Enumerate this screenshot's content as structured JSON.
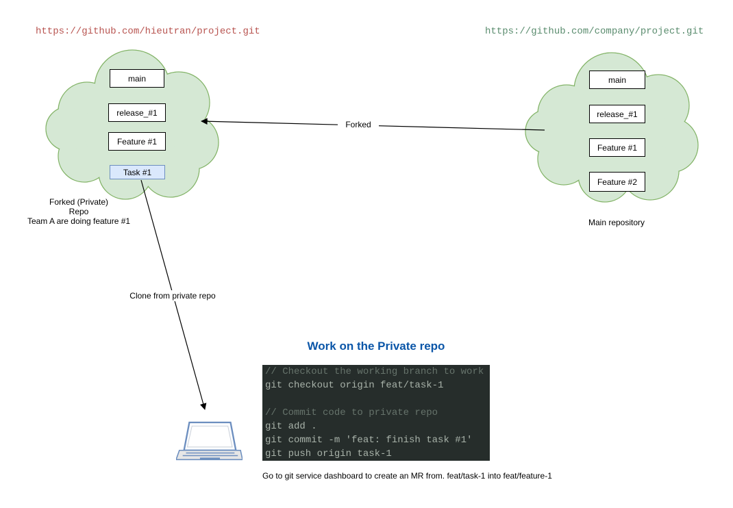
{
  "repos": {
    "left": {
      "url": "https://github.com/hieutran/project.git",
      "branches": [
        "main",
        "release_#1",
        "Feature #1",
        "Task #1"
      ],
      "caption_line1": "Forked (Private)",
      "caption_line2": "Repo",
      "caption_line3": "Team A are doing feature #1"
    },
    "right": {
      "url": "https://github.com/company/project.git",
      "branches": [
        "main",
        "release_#1",
        "Feature #1",
        "Feature #2"
      ],
      "caption": "Main repository"
    }
  },
  "edge_labels": {
    "forked": "Forked",
    "clone": "Clone from private repo"
  },
  "work": {
    "title": "Work on the Private repo",
    "lines": [
      {
        "text": "// Checkout the working branch to work",
        "cls": "code-line comment"
      },
      {
        "text": "git checkout origin feat/task-1",
        "cls": "code-line code"
      },
      {
        "text": "",
        "cls": "code-line"
      },
      {
        "text": "// Commit code to private repo",
        "cls": "code-line comment"
      },
      {
        "text": "git add .",
        "cls": "code-line code"
      },
      {
        "text": "git commit -m 'feat: finish task #1'",
        "cls": "code-line code"
      },
      {
        "text": "git push origin task-1",
        "cls": "code-line code"
      }
    ],
    "footer": "Go to git service dashboard to create an MR from. feat/task-1 into feat/feature-1"
  },
  "colors": {
    "left_url": "#b85450",
    "right_url": "#5a8c6e",
    "cloud_fill": "#d5e8d4",
    "cloud_stroke": "#82b366",
    "task_box_fill": "#dae8fc",
    "task_box_stroke": "#6c8ebf",
    "title_blue": "#0b56a8",
    "code_background": "#262d2b"
  }
}
